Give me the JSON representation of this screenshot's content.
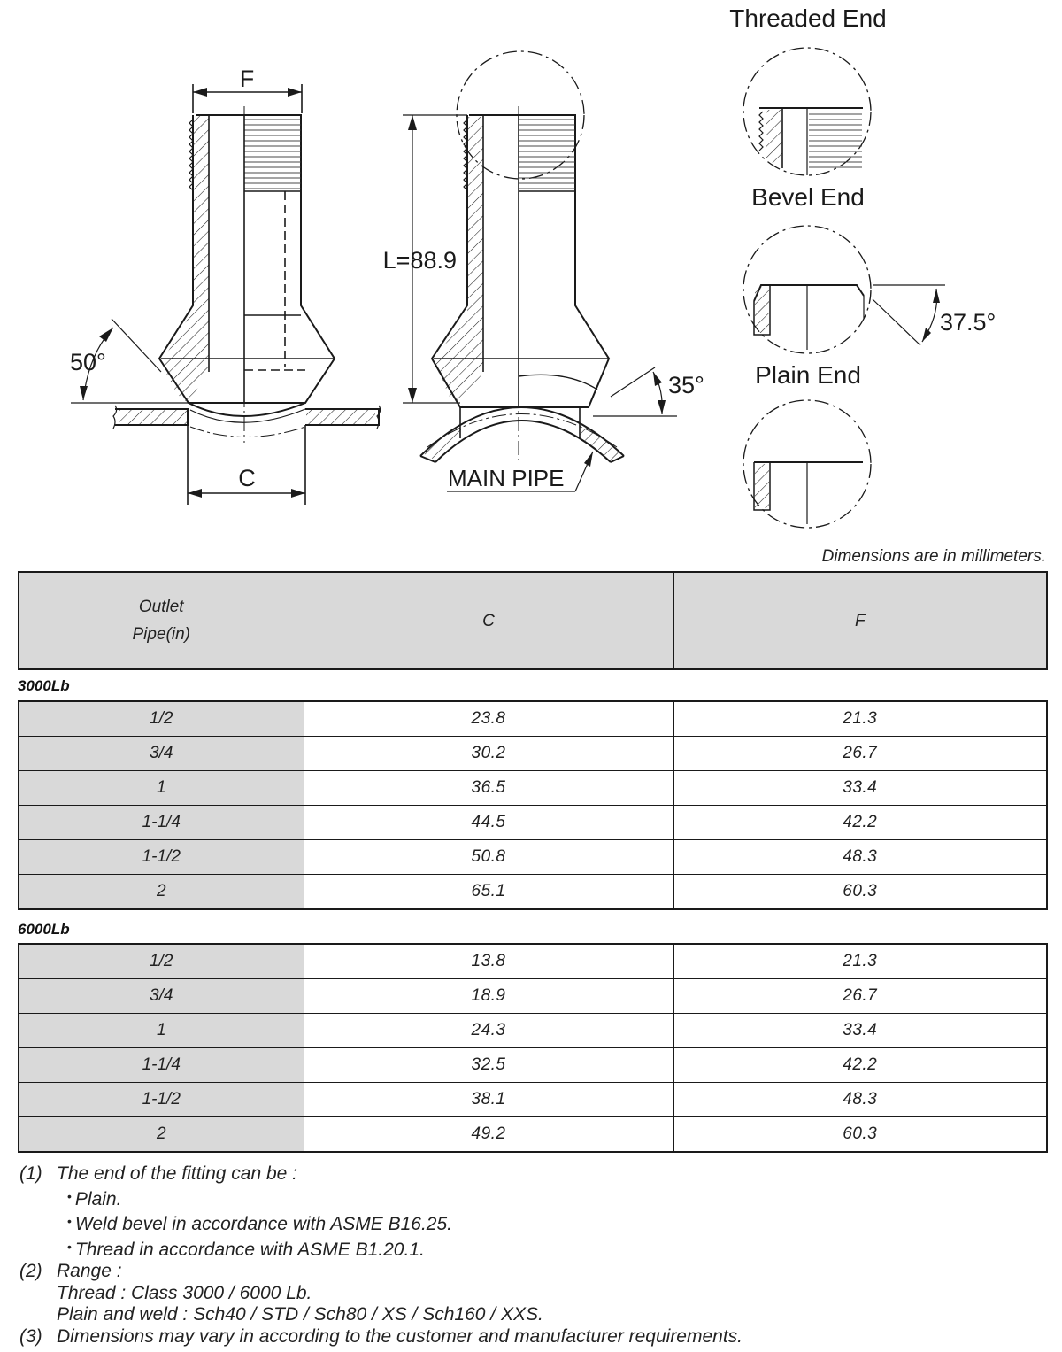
{
  "drawing": {
    "label_F": "F",
    "label_C": "C",
    "label_L": "L=88.9",
    "angle_left": "50°",
    "angle_right": "35°",
    "angle_bevel": "37.5°",
    "main_pipe": "MAIN PIPE",
    "detail_threaded": "Threaded End",
    "detail_bevel": "Bevel End",
    "detail_plain": "Plain End"
  },
  "units_note": "Dimensions are in millimeters.",
  "table": {
    "headers": [
      "Outlet",
      "Pipe(in)",
      "C",
      "F"
    ],
    "groups": [
      {
        "label": "3000Lb",
        "rows": [
          [
            "1/2",
            "23.8",
            "21.3"
          ],
          [
            "3/4",
            "30.2",
            "26.7"
          ],
          [
            "1",
            "36.5",
            "33.4"
          ],
          [
            "1-1/4",
            "44.5",
            "42.2"
          ],
          [
            "1-1/2",
            "50.8",
            "48.3"
          ],
          [
            "2",
            "65.1",
            "60.3"
          ]
        ]
      },
      {
        "label": "6000Lb",
        "rows": [
          [
            "1/2",
            "13.8",
            "21.3"
          ],
          [
            "3/4",
            "18.9",
            "26.7"
          ],
          [
            "1",
            "24.3",
            "33.4"
          ],
          [
            "1-1/4",
            "32.5",
            "42.2"
          ],
          [
            "1-1/2",
            "38.1",
            "48.3"
          ],
          [
            "2",
            "49.2",
            "60.3"
          ]
        ]
      }
    ]
  },
  "notes": {
    "n1": "(1)",
    "n1_text": "The end of the fitting can be :",
    "n1_b1": "Plain.",
    "n1_b2": "Weld bevel in accordance with ASME B16.25.",
    "n1_b3": "Thread in accordance with ASME B1.20.1.",
    "n2": "(2)",
    "n2_text": "Range :",
    "n2_l1": "Thread : Class 3000 / 6000 Lb.",
    "n2_l2": "Plain and weld : Sch40 / STD / Sch80 / XS / Sch160 / XXS.",
    "n3": "(3)",
    "n3_text": "Dimensions may vary in according to the customer and manufacturer requirements.",
    "bullet": "•"
  }
}
